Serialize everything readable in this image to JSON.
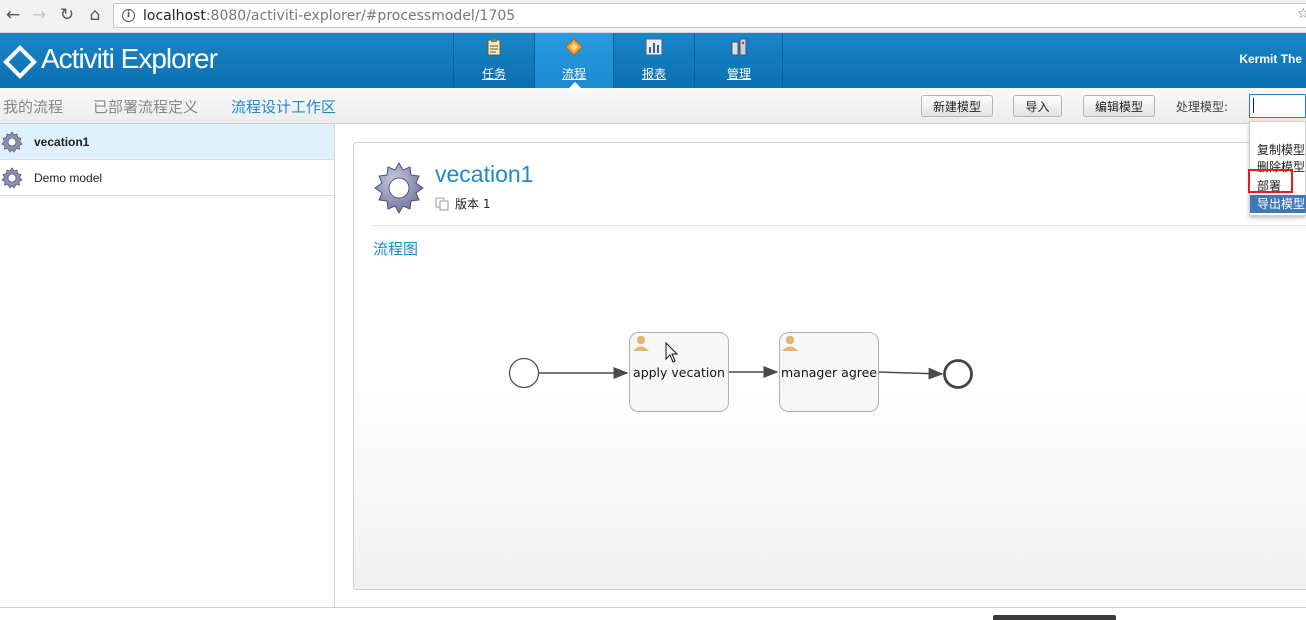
{
  "browser": {
    "url_host": "localhost",
    "url_path": ":8080/activiti-explorer/#processmodel/1705"
  },
  "app": {
    "logo_text": "Activiti Explorer",
    "user": "Kermit The",
    "tabs": [
      {
        "label": "任务",
        "icon": "task-clipboard-icon"
      },
      {
        "label": "流程",
        "icon": "process-diamond-icon"
      },
      {
        "label": "报表",
        "icon": "report-chart-icon"
      },
      {
        "label": "管理",
        "icon": "manage-server-icon"
      }
    ]
  },
  "subnav": {
    "links": [
      "我的流程",
      "已部署流程定义",
      "流程设计工作区"
    ],
    "buttons": {
      "new_model": "新建模型",
      "import": "导入",
      "edit_model": "编辑模型"
    },
    "process_label": "处理模型:",
    "dropdown_items": [
      "复制模型",
      "删除模型",
      "部署",
      "导出模型"
    ]
  },
  "models": [
    {
      "name": "vecation1"
    },
    {
      "name": "Demo model"
    }
  ],
  "main": {
    "title": "vecation1",
    "version": "版本 1",
    "diagram_label": "流程图",
    "tasks": [
      "apply vecation",
      "manager agree"
    ]
  },
  "colors": {
    "accent": "#1e8bc7",
    "header_blue": "#0b6fb0",
    "selected_row": "#dff1fb",
    "highlight_red": "#e02020"
  }
}
